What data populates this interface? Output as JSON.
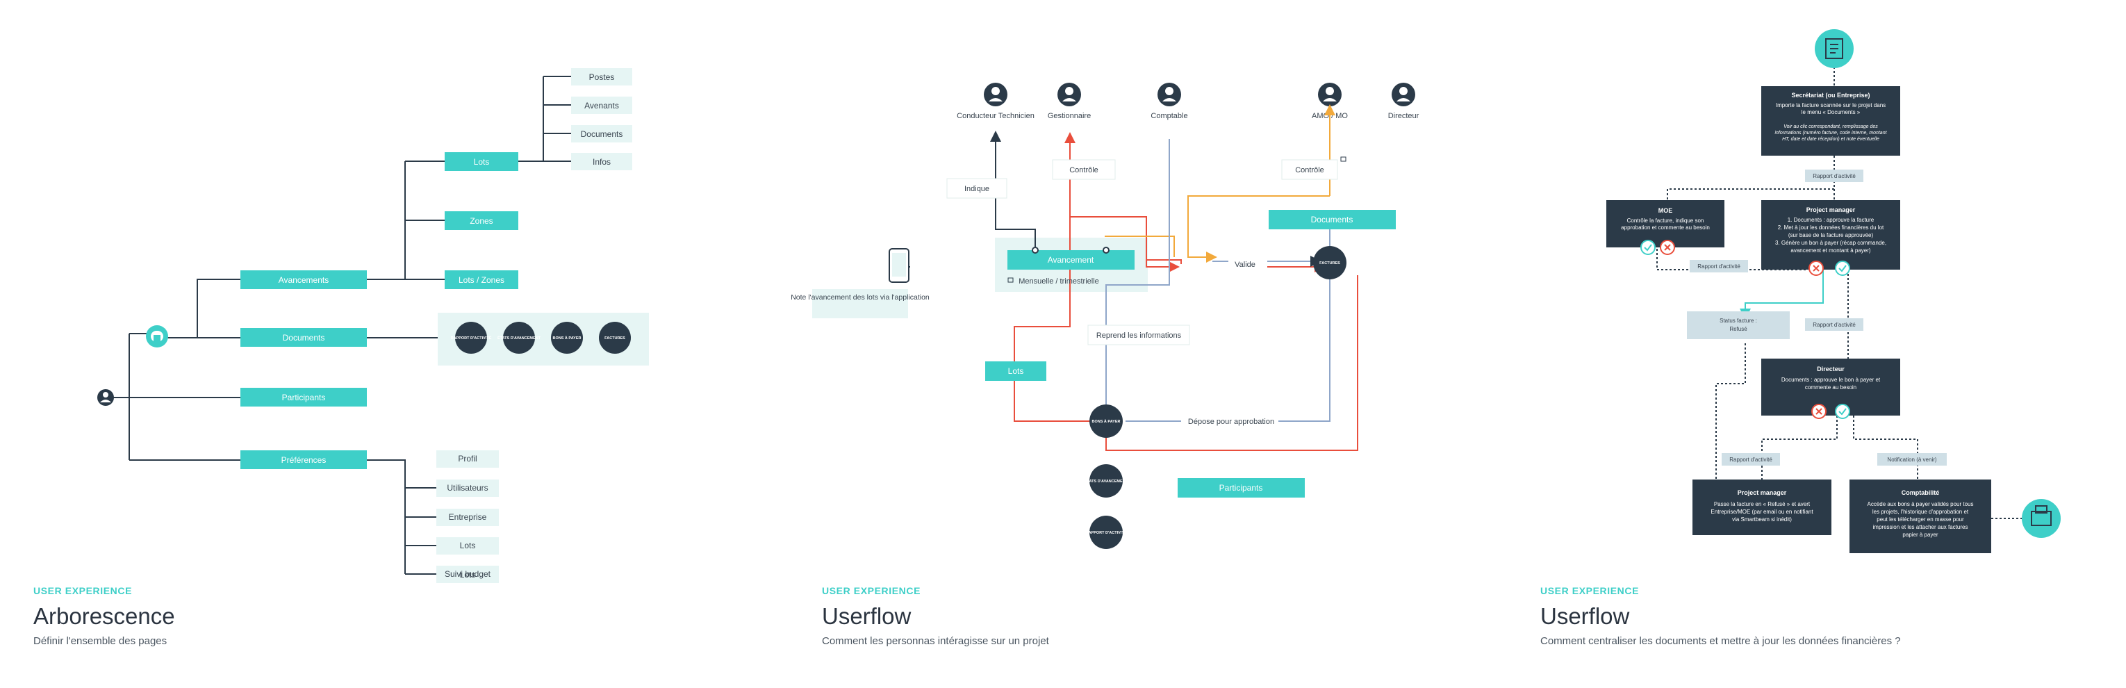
{
  "sections": [
    {
      "kicker": "USER EXPERIENCE",
      "title": "Arborescence",
      "subtitle": "Définir l'ensemble des pages"
    },
    {
      "kicker": "USER EXPERIENCE",
      "title": "Userflow",
      "subtitle": "Comment les personnas intéragisse sur un projet"
    },
    {
      "kicker": "USER EXPERIENCE",
      "title": "Userflow",
      "subtitle": "Comment centraliser les documents et mettre à jour les données financières ?"
    }
  ],
  "tree": {
    "main": [
      "Avancements",
      "Documents",
      "Participants",
      "Préférences"
    ],
    "avancement_children": [
      "Lots",
      "Zones",
      "Lots / Zones"
    ],
    "lots_children": [
      "Postes",
      "Avenants",
      "Documents",
      "Infos"
    ],
    "document_types": [
      "RAPPORT D'ACTIVITÉ",
      "ÉTATS D'AVANCEMENT",
      "BONS À PAYER",
      "FACTURES"
    ],
    "preferences_children": [
      "Profil",
      "Utilisateurs",
      "Entreprise",
      "Lots",
      "Suivi budget"
    ]
  },
  "flow": {
    "personas": [
      "Conducteur Technicien",
      "Gestionnaire",
      "Comptable",
      "AMO / MO",
      "Directeur"
    ],
    "labels": {
      "indique": "Indique",
      "controle": "Contrôle",
      "controle2": "Contrôle",
      "avancement": "Avancement",
      "mensuelle": "Mensuelle / trimestrielle",
      "documents": "Documents",
      "valide": "Valide",
      "factures": "FACTURES",
      "note": "Note l'avancement des lots via l'application",
      "reprend": "Reprend les informations",
      "lots": "Lots",
      "bons": "BONS À PAYER",
      "depose": "Dépose pour approbation",
      "etats": "ÉTATS D'AVANCEMENT",
      "participants": "Participants",
      "rapport": "RAPPORT D'ACTIVITÉ"
    }
  },
  "finance": {
    "secretariat": {
      "title": "Secrétariat (ou Entreprise)",
      "lines": [
        "Importe la facture scannée sur le projet dans",
        "le menu « Documents »"
      ],
      "notes": [
        "Voir au clic correspondant, remplissage des",
        "informations (numéro facture, code interne, montant",
        "HT, date et date réception) et note éventuelle"
      ]
    },
    "rapport1": "Rapport d'activité",
    "moe": {
      "title": "MOE",
      "lines": [
        "Contrôle la facture, indique son",
        "approbation et commente au besoin"
      ]
    },
    "pm1": {
      "title": "Project manager",
      "lines": [
        "1. Documents : approuve la facture",
        "2. Met à jour les données financières du lot",
        "(sur base de la facture approuvée)",
        "3. Génère un bon à payer (récap commande,",
        "avancement et montant à payer)"
      ]
    },
    "rapport2": "Rapport d'activité",
    "status": [
      "Status facture :",
      "Refusé"
    ],
    "rapport3": "Rapport d'activité",
    "directeur": {
      "title": "Directeur",
      "lines": [
        "Documents : approuve le bon à payer et",
        "commente au besoin"
      ]
    },
    "rapport4": "Rapport d'activité",
    "notif": "Notification (à venir)",
    "pm2": {
      "title": "Project manager",
      "lines": [
        "Passe la facture en « Refusé » et avert",
        "Entreprise/MOE (par email ou en notifiant",
        "via Smartbeam si inédit)"
      ]
    },
    "compta": {
      "title": "Comptabilité",
      "lines": [
        "Accède aux bons à payer validés pour tous",
        "les projets, l'historique d'approbation et",
        "peut les télécharger en masse pour",
        "impression et les attacher aux factures",
        "papier à payer"
      ]
    }
  },
  "colors": {
    "teal": "#3ecfc8",
    "dark": "#2b3a48",
    "light": "#e6f5f4",
    "red": "#e94e3c",
    "orange": "#f2a93b",
    "blue": "#8fa6c9"
  }
}
